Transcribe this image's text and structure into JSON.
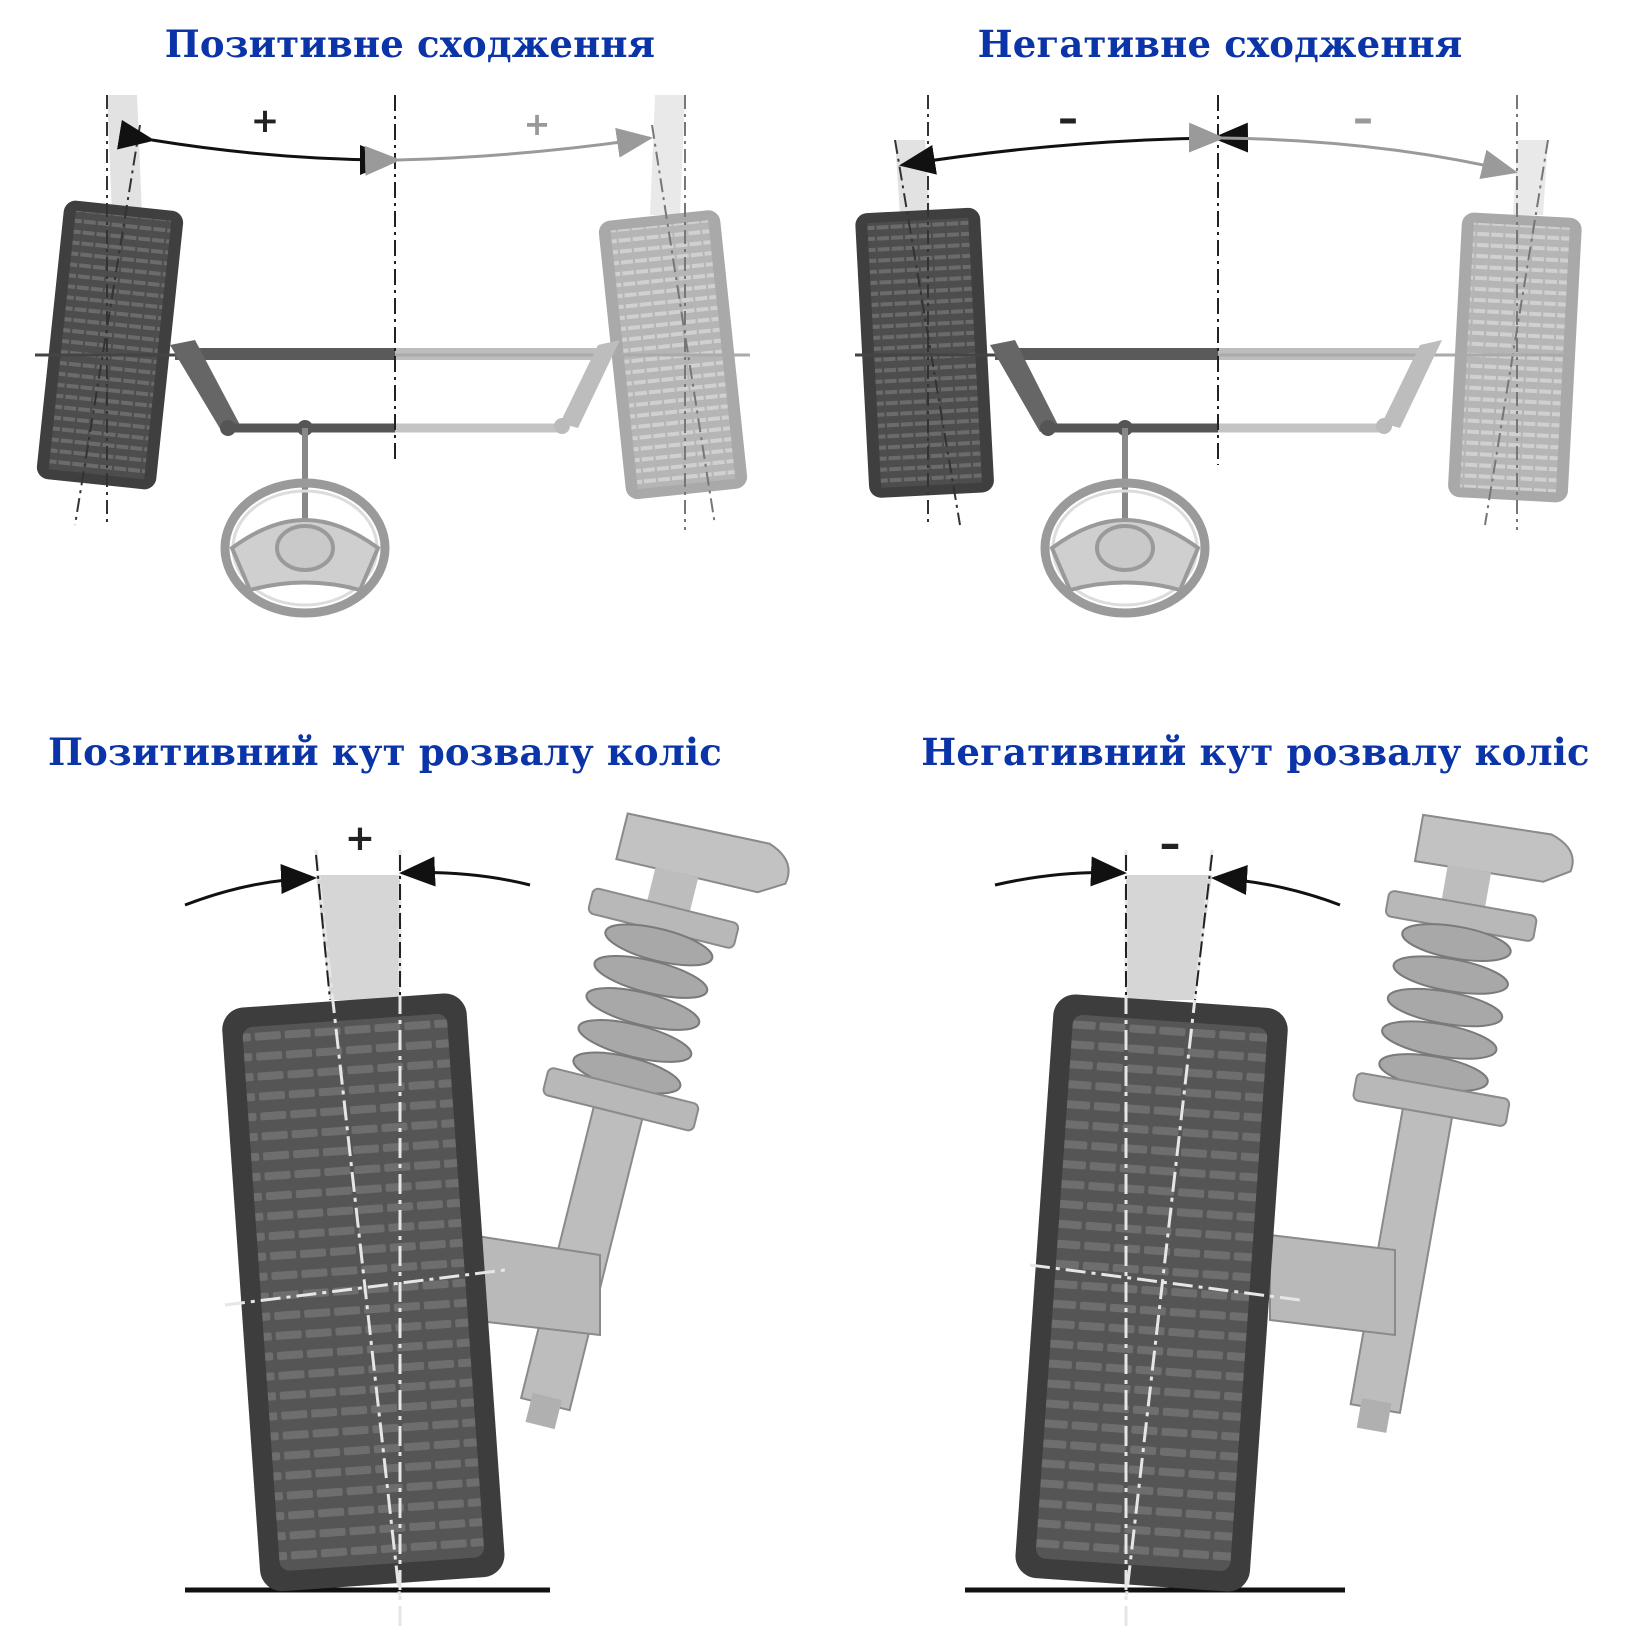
{
  "panels": {
    "toe_positive": {
      "title": "Позитивне сходження",
      "sign_main": "+",
      "sign_ghost": "+"
    },
    "toe_negative": {
      "title": "Негативне сходження",
      "sign_main": "–",
      "sign_ghost": "–"
    },
    "camber_positive": {
      "title": "Позитивний кут розвалу коліс",
      "sign": "+"
    },
    "camber_negative": {
      "title": "Негативний кут розвалу коліс",
      "sign": "–"
    }
  },
  "colors": {
    "title": "#0a34a8",
    "tire_dark": "#4a4a4a",
    "tire_light": "#b9b9b9",
    "metal_dark": "#7a7a7a",
    "metal_light": "#c8c8c8"
  }
}
